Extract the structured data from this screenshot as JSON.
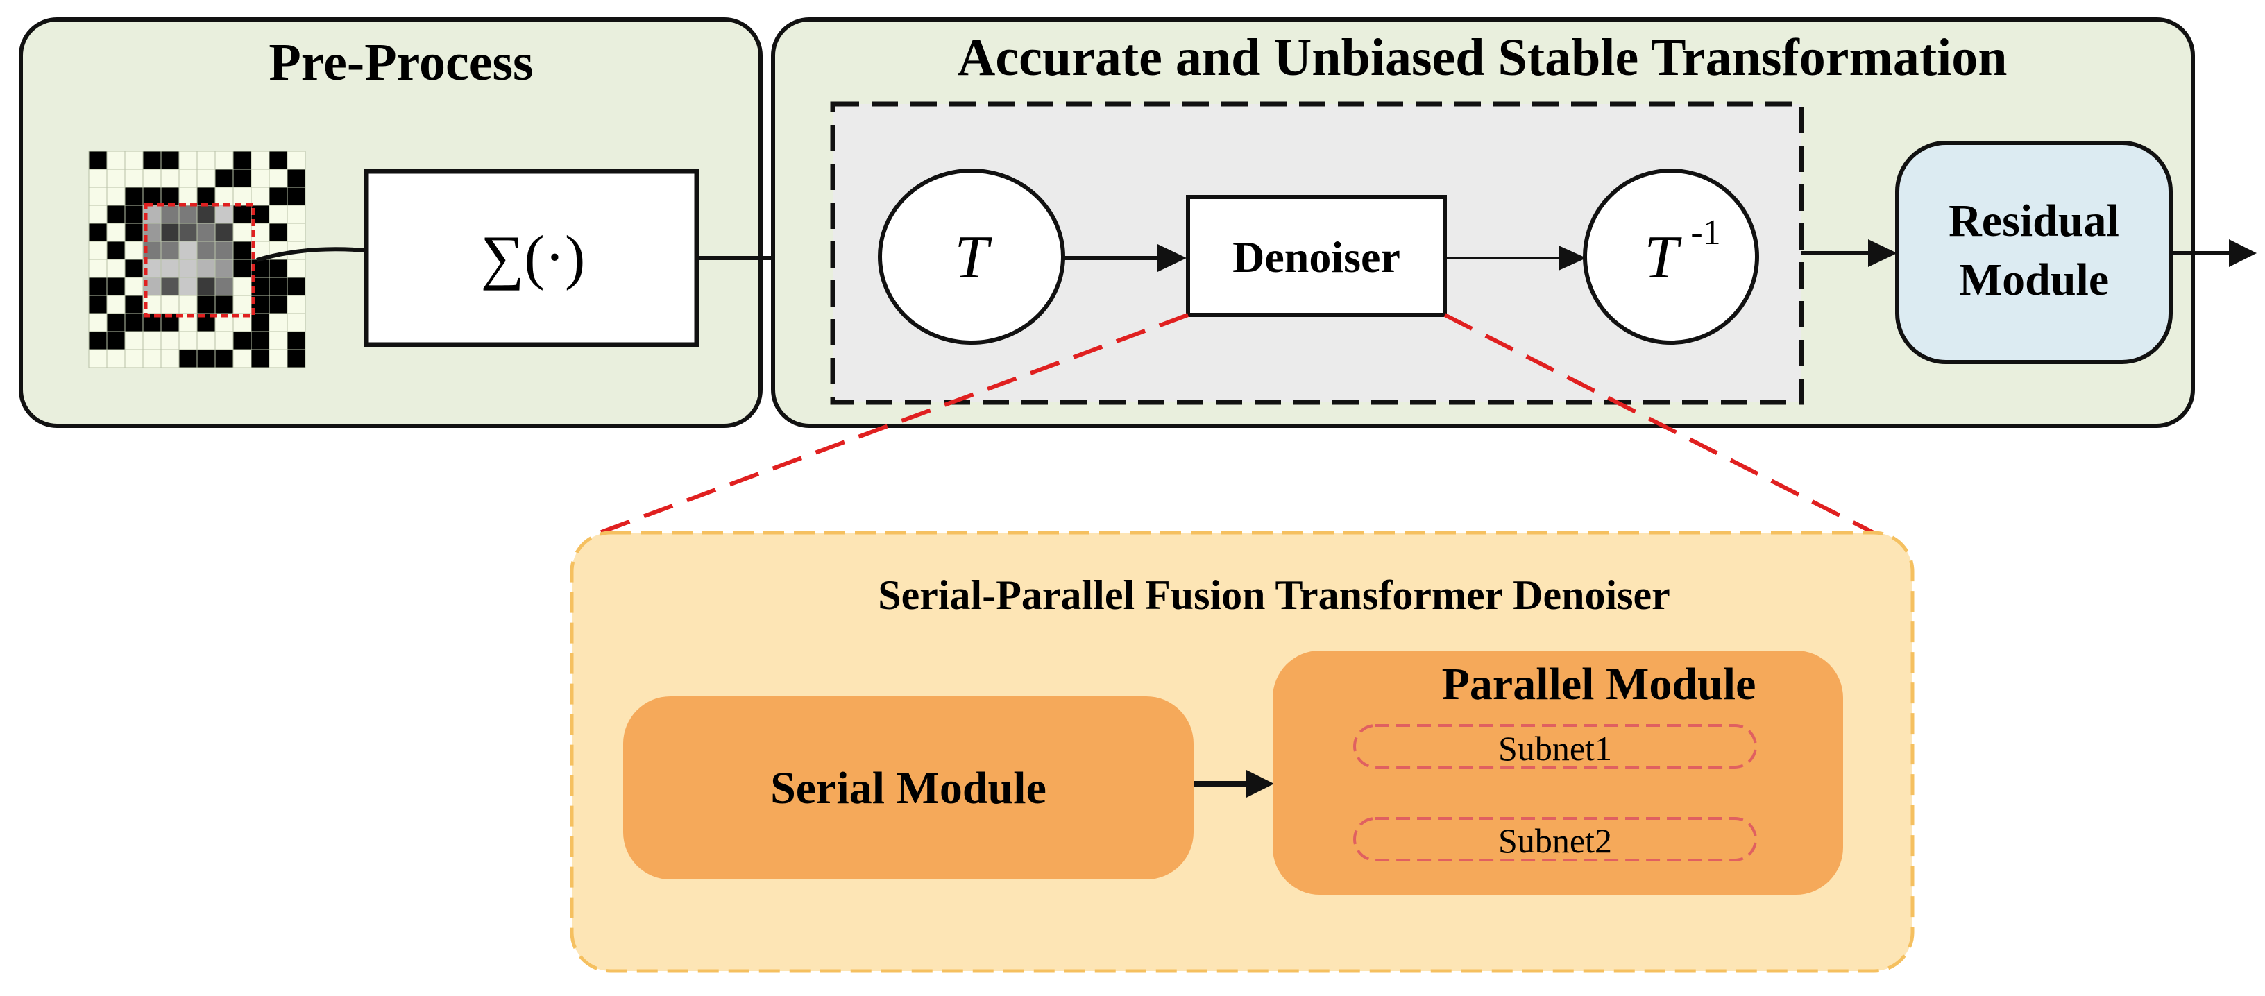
{
  "preprocess": {
    "title": "Pre-Process",
    "sum_symbol": "∑(·)"
  },
  "transform": {
    "title": "Accurate and Unbiased Stable Transformation",
    "t_label": "T",
    "t_inv_label": "T",
    "t_inv_sup": "-1",
    "denoiser_label": "Denoiser",
    "residual_line1": "Residual",
    "residual_line2": "Module"
  },
  "spftd": {
    "title": "Serial-Parallel Fusion Transformer Denoiser",
    "serial_label": "Serial Module",
    "parallel_title": "Parallel Module",
    "subnets": [
      "Subnet1",
      "Subnet2"
    ]
  },
  "colors": {
    "panel_green": "#e9efdd",
    "inner_gray": "#ebebeb",
    "residual_blue": "#dcebf2",
    "spftd_bg": "#fde5b5",
    "module_orange": "#f5a95a",
    "callout_red": "#e02020",
    "subnet_dash": "#e06060",
    "outline_black": "#111111"
  },
  "checker": {
    "shaded_cell_colors": [
      "#3a3a3a",
      "#555555",
      "#7a7a7a",
      "#999999",
      "#b5b5b5",
      "#c8c8c8"
    ]
  }
}
